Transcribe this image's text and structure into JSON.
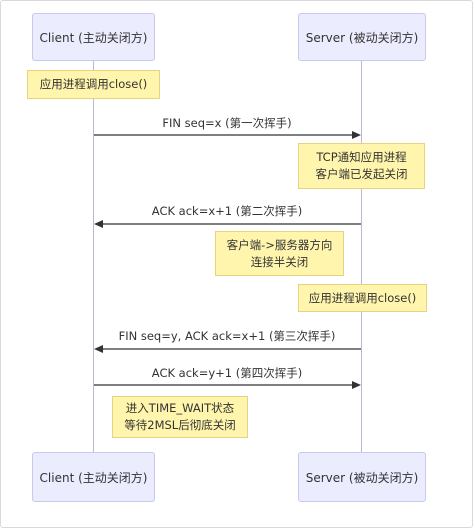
{
  "participants": {
    "client": "Client (主动关闭方)",
    "server": "Server (被动关闭方)"
  },
  "notes": {
    "client_close": "应用进程调用close()",
    "server_notify_line1": "TCP通知应用进程",
    "server_notify_line2": "客户端已发起关闭",
    "half_close_line1": "客户端->服务器方向",
    "half_close_line2": "连接半关闭",
    "server_close": "应用进程调用close()",
    "time_wait_line1": "进入TIME_WAIT状态",
    "time_wait_line2": "等待2MSL后彻底关闭"
  },
  "messages": [
    {
      "label": "FIN seq=x (第一次挥手)",
      "from": "client",
      "to": "server"
    },
    {
      "label": "ACK ack=x+1 (第二次挥手)",
      "from": "server",
      "to": "client"
    },
    {
      "label": "FIN seq=y, ACK ack=x+1 (第三次挥手)",
      "from": "server",
      "to": "client"
    },
    {
      "label": "ACK ack=y+1 (第四次挥手)",
      "from": "client",
      "to": "server"
    }
  ],
  "colors": {
    "actor_fill": "#ececff",
    "actor_border": "#c8c8f0",
    "note_fill": "#fff5ad",
    "note_border": "#e6d280",
    "line": "#333333"
  }
}
